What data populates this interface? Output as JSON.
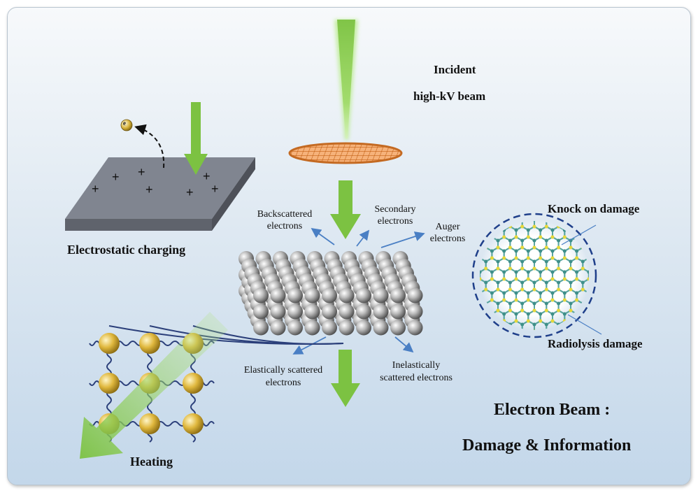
{
  "labels": {
    "incident_line1": "Incident",
    "incident_line2": "high-kV beam",
    "electrostatic": "Electrostatic charging",
    "electron_symbol": "e",
    "backscattered_1": "Backscattered",
    "backscattered_2": "electrons",
    "secondary_1": "Secondary",
    "secondary_2": "electrons",
    "auger_1": "Auger",
    "auger_2": "electrons",
    "knock_on": "Knock on damage",
    "radiolysis": "Radiolysis damage",
    "elastic_1": "Elastically scattered",
    "elastic_2": "electrons",
    "inelastic_1": "Inelastically",
    "inelastic_2": "scattered electrons",
    "heating": "Heating",
    "title_line1": "Electron Beam :",
    "title_line2": "Damage & Information"
  },
  "colors": {
    "green": "#7cc242",
    "arrow_blue": "#4a7fc4",
    "plate": "#7d8089",
    "gold": "#d9b23a",
    "copper": "#e08a3c"
  }
}
